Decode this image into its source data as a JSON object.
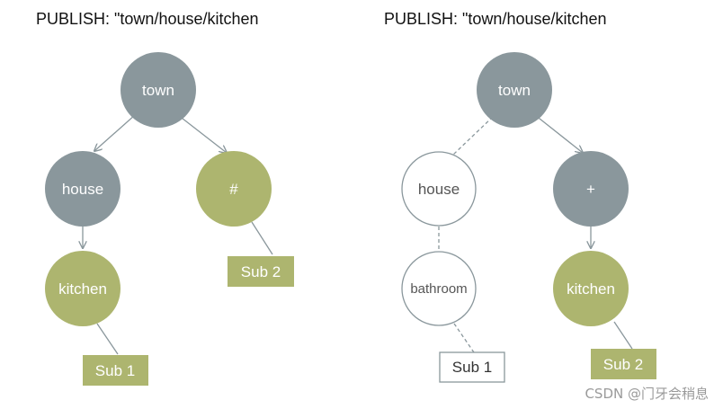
{
  "colors": {
    "gray_node": "#8a979c",
    "olive_node": "#adb56f",
    "edge": "#8a979c",
    "hollow_stroke": "#8a979c"
  },
  "left_diagram": {
    "title": "PUBLISH: \"town/house/kitchen",
    "nodes": {
      "town": "town",
      "house": "house",
      "hash": "#",
      "kitchen": "kitchen"
    },
    "subscribers": {
      "sub1": "Sub 1",
      "sub2": "Sub 2"
    }
  },
  "right_diagram": {
    "title": "PUBLISH: \"town/house/kitchen",
    "nodes": {
      "town": "town",
      "house": "house",
      "plus": "+",
      "bathroom": "bathroom",
      "kitchen": "kitchen"
    },
    "subscribers": {
      "sub1": "Sub 1",
      "sub2": "Sub 2"
    }
  },
  "watermark": "CSDN @门牙会稍息"
}
